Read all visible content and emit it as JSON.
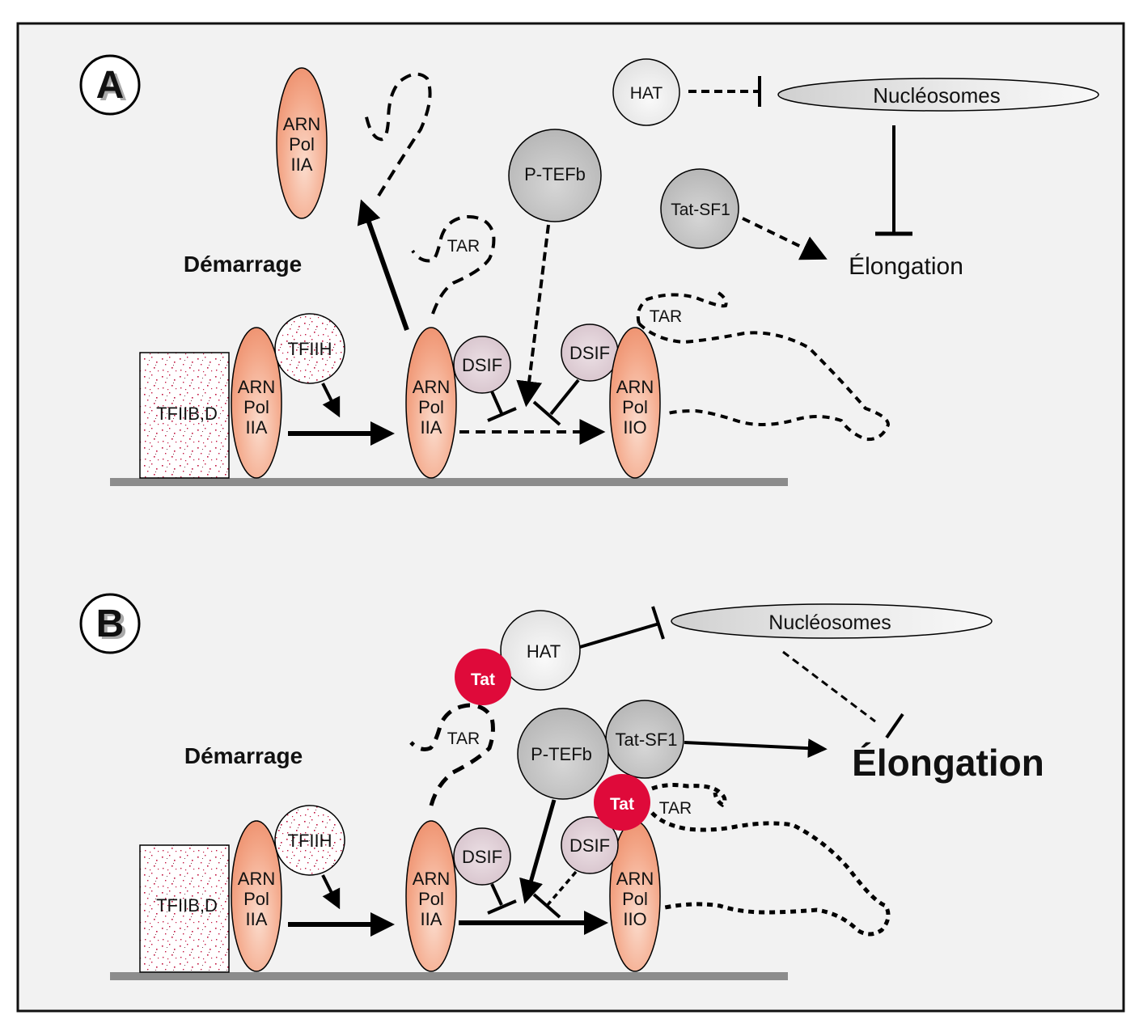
{
  "figure": {
    "panels": [
      {
        "letter": "A",
        "start_label": "Démarrage",
        "promoter_complex": "TFIIB,D",
        "tfiih": "TFIIH",
        "pol_initial": [
          "ARN",
          "Pol",
          "IIA"
        ],
        "pol_released": [
          "ARN",
          "Pol",
          "IIA"
        ],
        "pol_paused": [
          "ARN",
          "Pol",
          "IIA"
        ],
        "pol_elongating": [
          "ARN",
          "Pol",
          "IIO"
        ],
        "dsif_1": "DSIF",
        "dsif_2": "DSIF",
        "ptefb": "P-TEFb",
        "tar_1": "TAR",
        "tar_2": "TAR",
        "hat": "HAT",
        "nucleosomes": "Nucléosomes",
        "tat_sf1": "Tat-SF1",
        "elongation": "Élongation"
      },
      {
        "letter": "B",
        "start_label": "Démarrage",
        "promoter_complex": "TFIIB,D",
        "tfiih": "TFIIH",
        "pol_initial": [
          "ARN",
          "Pol",
          "IIA"
        ],
        "pol_paused": [
          "ARN",
          "Pol",
          "IIA"
        ],
        "pol_elongating": [
          "ARN",
          "Pol",
          "IIO"
        ],
        "dsif_1": "DSIF",
        "dsif_2": "DSIF",
        "ptefb": "P-TEFb",
        "tar_1": "TAR",
        "tar_2": "TAR",
        "tat_1": "Tat",
        "tat_2": "Tat",
        "hat": "HAT",
        "nucleosomes": "Nucléosomes",
        "tat_sf1": "Tat-SF1",
        "elongation": "Élongation"
      }
    ],
    "colors": {
      "background": "#f2f2f2",
      "frame": "#111111",
      "dna": "#8c8c8c",
      "pol_dark": "#ef8f6e",
      "pol_light": "#fad6c6",
      "dsif": "#dccbd3",
      "ptefb": "#b9b9b9",
      "hat": "#ececec",
      "tat": "#df0a3a",
      "speckle": "#c2143f"
    }
  }
}
